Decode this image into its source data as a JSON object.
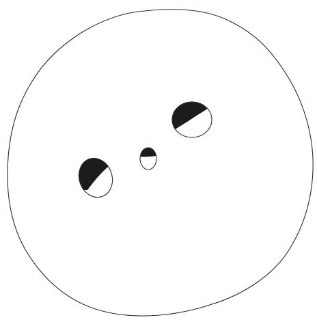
{
  "figure": {
    "outer_shape": "irregular-rounded-outline",
    "spot_count": 3,
    "spot_style": "upper-portion-shaded",
    "colors": {
      "background": "#ffffff",
      "stroke": "#2a2a2a",
      "shade": "#1c1c1c"
    }
  }
}
